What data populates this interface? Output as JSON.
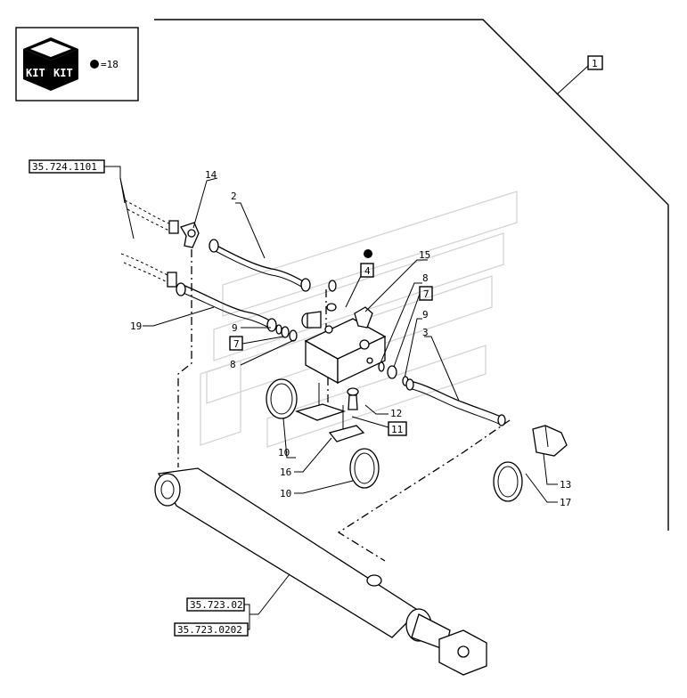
{
  "kit_box": {
    "kit_label_a": "KIT",
    "kit_label_b": "KIT",
    "equals_text": "=18"
  },
  "references": {
    "top_left": "35.724.1101",
    "bottom_a": "35.723.02",
    "bottom_b": "35.723.0202"
  },
  "boxed_callouts": {
    "c1": "1",
    "c4": "4",
    "c7a": "7",
    "c7b": "7",
    "c11": "11"
  },
  "callouts": {
    "n14": "14",
    "n2": "2",
    "n15": "15",
    "n8a": "8",
    "n9a": "9",
    "n3": "3",
    "n19": "19",
    "n9b": "9",
    "n8b": "8",
    "n12": "12",
    "n10a": "10",
    "n16": "16",
    "n10b": "10",
    "n13": "13",
    "n17": "17"
  }
}
